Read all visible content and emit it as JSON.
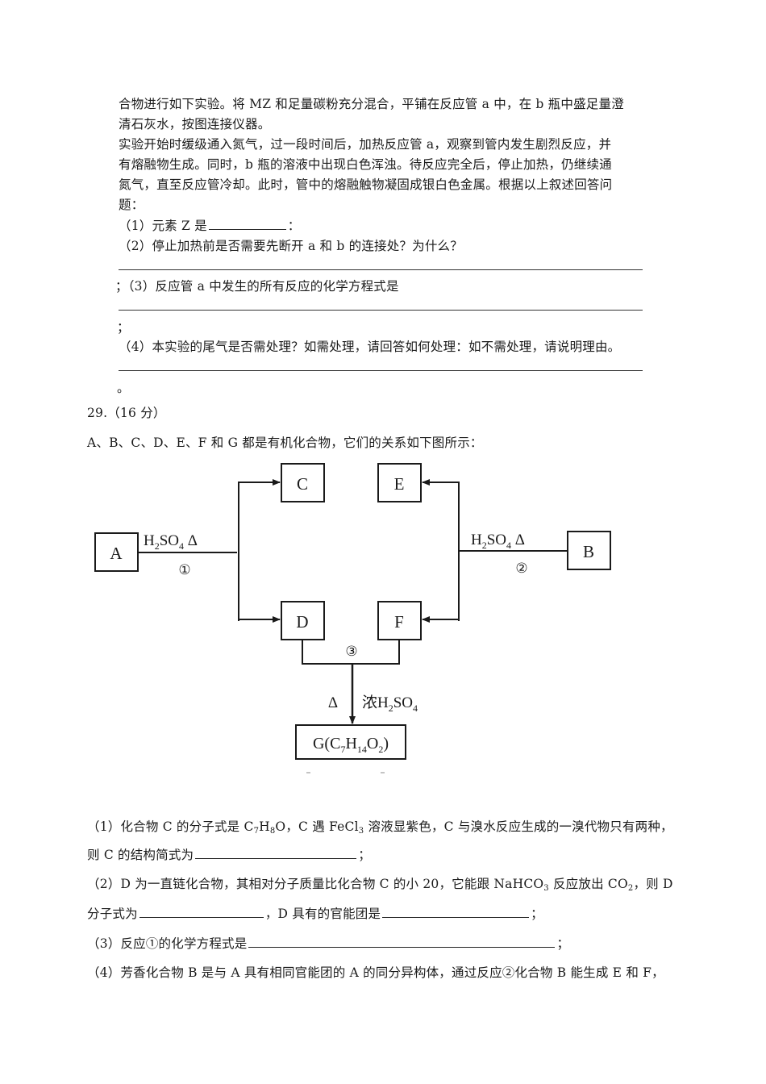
{
  "intro": {
    "line1": "合物进行如下实验。将 MZ 和足量碳粉充分混合，平铺在反应管 a 中，在 b 瓶中盛足量澄",
    "line2": "清石灰水，按图连接仪器。",
    "line3": "实验开始时缓级通入氮气，过一段时间后，加热反应管 a，观察到管内发生剧烈反应，并",
    "line4": "有熔融物生成。同时，b 瓶的溶液中出现白色浑浊。待反应完全后，停止加热，仍继续通",
    "line5": "氮气，直至反应管冷却。此时，管中的熔融触物凝固成银白色金属。根据以上叙述回答问",
    "line6": "题："
  },
  "q28": {
    "sub1_prefix": "（1）元素 Z 是",
    "sub1_suffix": "：",
    "sub2": "（2）停止加热前是否需要先断开 a 和 b 的连接处？为什么？",
    "sub3": "；（3）反应管 a 中发生的所有反应的化学方程式是",
    "sub3_end": "；",
    "sub4": "（4）本实验的尾气是否需处理？如需处理，请回答如何处理：如不需处理，请说明理由。",
    "sub4_end": "。"
  },
  "q29": {
    "number": "29.（16 分）",
    "intro": "A、B、C、D、E、F 和 G 都是有机化合物，它们的关系如下图所示："
  },
  "diagram": {
    "nodes": {
      "A": "A",
      "B": "B",
      "C": "C",
      "D": "D",
      "E": "E",
      "F": "F",
      "G": "G(C7H14O2)"
    },
    "reaction1": {
      "reagent": "H2SO4 Δ",
      "label": "①"
    },
    "reaction2": {
      "reagent": "H2SO4 Δ",
      "label": "②"
    },
    "reaction3": {
      "label": "③",
      "heat": "Δ",
      "reagent": "浓H2SO4"
    }
  },
  "q29_parts": {
    "p1_line1": "（1）化合物 C 的分子式是 C7H8O，C 遇 FeCl3 溶液显紫色，C 与溴水反应生成的一溴代物只有两种，",
    "p1_line2_prefix": "则 C 的结构简式为",
    "p1_line2_suffix": "；",
    "p2_line1": "（2）D 为一直链化合物，其相对分子质量比化合物 C 的小 20，它能跟 NaHCO3 反应放出 CO2，则 D",
    "p2_line2_prefix": "分子式为",
    "p2_line2_mid": "，D 具有的官能团是",
    "p2_line2_suffix": "；",
    "p3_prefix": "（3）反应①的化学方程式是",
    "p3_suffix": "；",
    "p4": "（4）芳香化合物 B 是与 A 具有相同官能团的 A 的同分异构体，通过反应②化合物 B 能生成 E 和 F，"
  }
}
